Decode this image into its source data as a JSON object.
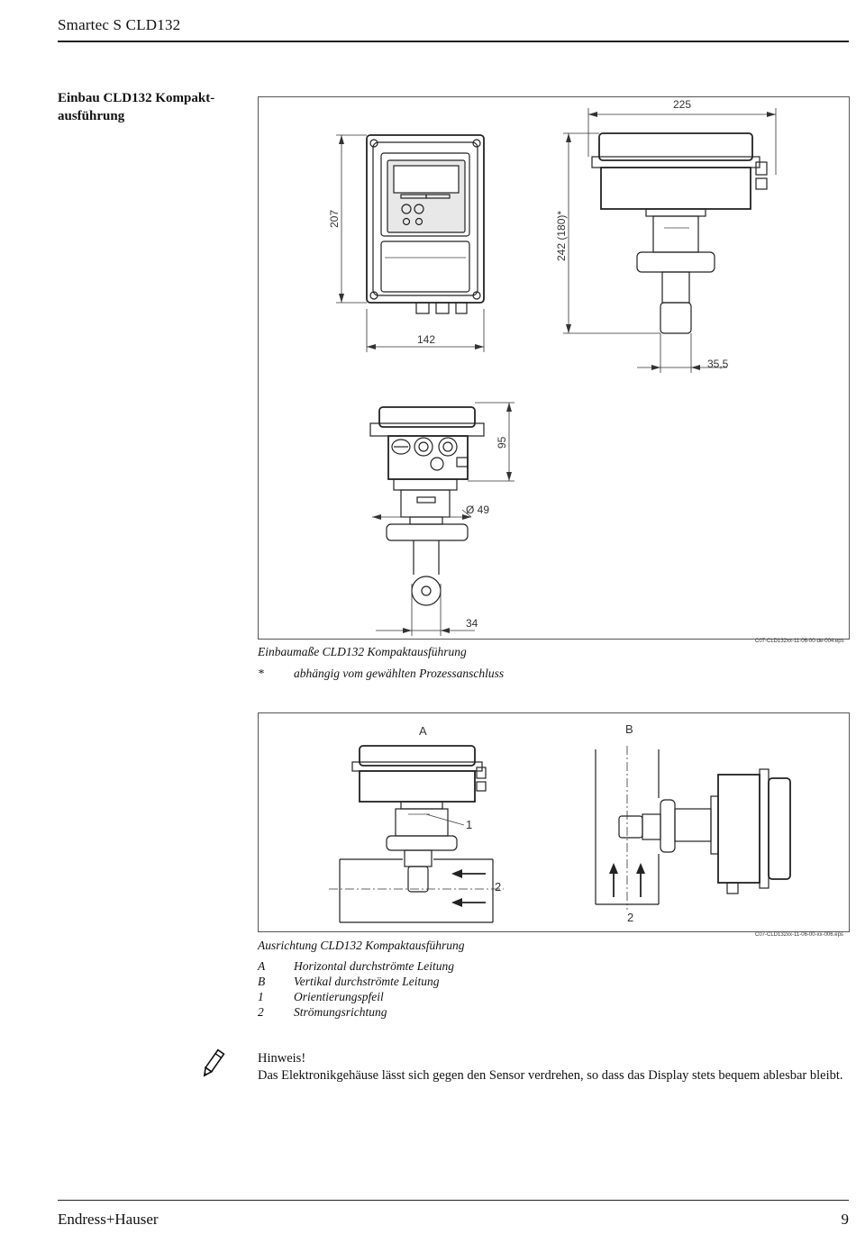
{
  "header": {
    "title": "Smartec S CLD132"
  },
  "section": {
    "title": "Einbau CLD132 Kompakt-ausführung"
  },
  "figure1": {
    "dimensions": {
      "width_side": "225",
      "height_front": "207",
      "height_side": "242 (180)*",
      "width_front": "142",
      "sensor_offset": "35,5",
      "height_top": "95",
      "diameter": "Ø 49",
      "sensor_width": "34"
    },
    "code": "C07-CLD132xx-11-06-00-de-004.eps",
    "caption": "Einbaumaße CLD132 Kompaktausführung",
    "footnote": {
      "mark": "*",
      "text": "abhängig vom gewählten Prozessanschluss"
    }
  },
  "figure2": {
    "labels": {
      "a": "A",
      "b": "B",
      "one": "1",
      "two_a": "2",
      "two_b": "2"
    },
    "code": "C07-CLD132xx-11-06-00-xx-006.eps",
    "caption": "Ausrichtung CLD132 Kompaktausführung",
    "legend": [
      {
        "key": "A",
        "text": "Horizontal durchströmte Leitung"
      },
      {
        "key": "B",
        "text": "Vertikal durchströmte Leitung"
      },
      {
        "key": "1",
        "text": "Orientierungspfeil"
      },
      {
        "key": "2",
        "text": "Strömungsrichtung"
      }
    ]
  },
  "note": {
    "icon": "pencil-icon",
    "title": "Hinweis!",
    "text": "Das Elektronikgehäuse lässt sich gegen den Sensor verdrehen, so dass das Display stets bequem ablesbar bleibt."
  },
  "footer": {
    "brand": "Endress+Hauser",
    "page": "9"
  }
}
